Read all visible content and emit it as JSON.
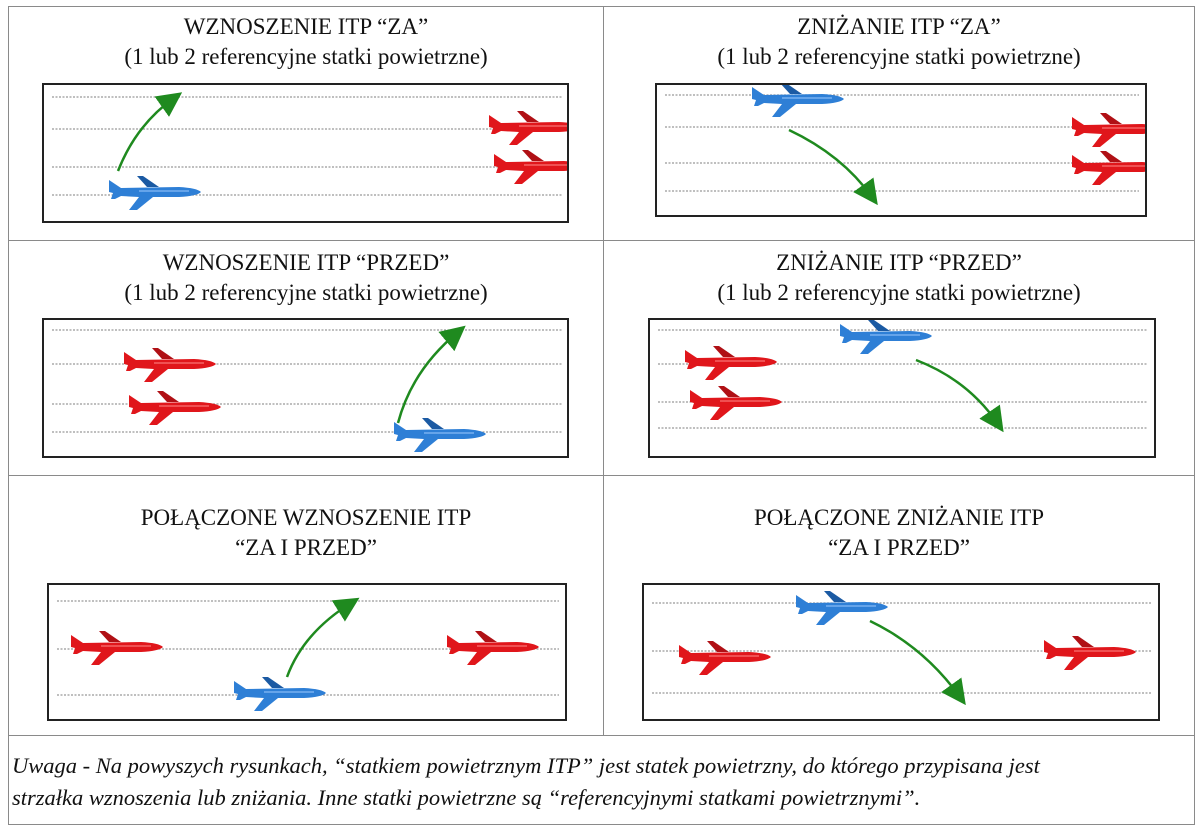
{
  "cells": [
    {
      "title_line1": "WZNOSZENIE ITP “ZA”",
      "title_line2": "(1 lub 2 referencyjne statki powietrzne)"
    },
    {
      "title_line1": "ZNIŻANIE ITP “ZA”",
      "title_line2": "(1 lub 2 referencyjne statki powietrzne)"
    },
    {
      "title_line1": "WZNOSZENIE ITP “PRZED”",
      "title_line2": "(1 lub 2 referencyjne statki powietrzne)"
    },
    {
      "title_line1": "ZNIŻANIE ITP “PRZED”",
      "title_line2": "(1 lub 2 referencyjne statki powietrzne)"
    },
    {
      "title_line1": "POŁĄCZONE WZNOSZENIE ITP",
      "title_line2": "“ZA I PRZED”"
    },
    {
      "title_line1": "POŁĄCZONE ZNIŻANIE ITP",
      "title_line2": "“ZA I PRZED”"
    }
  ],
  "note": {
    "line1": "Uwaga - Na powyszych rysunkach, “statkiem powietrznym ITP” jest statek powietrzny, do którego przypisana jest",
    "line2": "strzałka wznoszenia lub zniżania. Inne statki powietrzne są “referencyjnymi statkami powietrznymi”."
  },
  "colors": {
    "itp_aircraft": "#2e7fd6",
    "reference_aircraft": "#e0161b",
    "arrow": "#1f8a1f",
    "flight_level": "#999999"
  }
}
